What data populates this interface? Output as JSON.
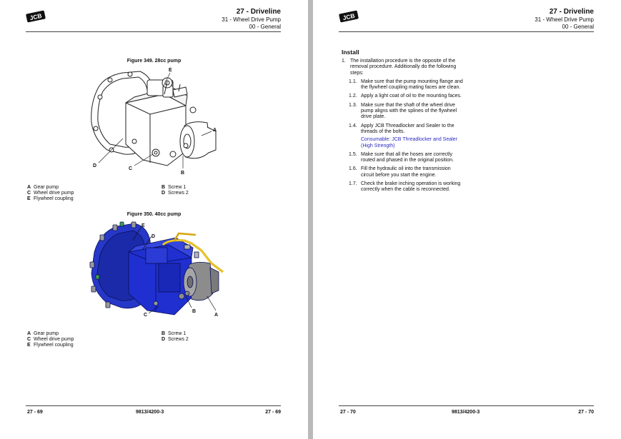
{
  "left_page": {
    "header": {
      "section": "27 - Driveline",
      "subsection": "31 - Wheel Drive Pump",
      "chapter": "00 - General"
    },
    "figure1": {
      "title": "Figure 349. 28cc pump",
      "callouts": {
        "a": "A",
        "b": "B",
        "c": "C",
        "d": "D",
        "e": "E"
      },
      "legend_left": [
        {
          "key": "A",
          "text": "Gear pump"
        },
        {
          "key": "C",
          "text": "Wheel drive pump"
        },
        {
          "key": "E",
          "text": "Flywheel coupling"
        }
      ],
      "legend_right": [
        {
          "key": "B",
          "text": "Screw 1"
        },
        {
          "key": "D",
          "text": "Screws 2"
        }
      ]
    },
    "figure2": {
      "title": "Figure 350. 40cc pump",
      "callouts": {
        "a": "A",
        "b": "B",
        "c": "C",
        "d": "D",
        "e": "E"
      },
      "legend_left": [
        {
          "key": "A",
          "text": "Gear pump"
        },
        {
          "key": "C",
          "text": "Wheel drive pump"
        },
        {
          "key": "E",
          "text": "Flywheel coupling"
        }
      ],
      "legend_right": [
        {
          "key": "B",
          "text": "Screw 1"
        },
        {
          "key": "D",
          "text": "Screws 2"
        }
      ]
    },
    "footer": {
      "left": "27 - 69",
      "center": "9813/4200-3",
      "right": "27 - 69"
    }
  },
  "right_page": {
    "header": {
      "section": "27 - Driveline",
      "subsection": "31 - Wheel Drive Pump",
      "chapter": "00 - General"
    },
    "heading": "Install",
    "step1": {
      "num": "1.",
      "text": "The installation procedure is the opposite of the removal procedure. Additionally do the following steps:"
    },
    "substeps": [
      {
        "num": "1.1.",
        "text": "Make sure that the pump mounting flange and the flywheel coupling mating faces are clean."
      },
      {
        "num": "1.2.",
        "text": "Apply a light coat of oil to the mounting faces."
      },
      {
        "num": "1.3.",
        "text": "Make sure that the shaft of the wheel drive pump aligns with the splines of the flywheel drive plate."
      },
      {
        "num": "1.4.",
        "text": "Apply JCB Threadlocker and Sealer to the threads of the bolts."
      },
      {
        "num": "1.5.",
        "text": "Make sure that all the hoses are correctly routed and phased in the original position."
      },
      {
        "num": "1.6.",
        "text": "Fill the hydraulic oil into the transmission circuit before you start the engine."
      },
      {
        "num": "1.7.",
        "text": "Check the brake inching operation is working correctly when the cable is reconnected."
      }
    ],
    "consumable": "Consumable: JCB Threadlocker and Sealer (High Strength)",
    "footer": {
      "left": "27 - 70",
      "center": "9813/4200-3",
      "right": "27 - 70"
    }
  },
  "colors": {
    "pump_blue": "#1f2fd0",
    "hose_yellow": "#e8c21a",
    "consumable_link": "#2b2bc0"
  }
}
